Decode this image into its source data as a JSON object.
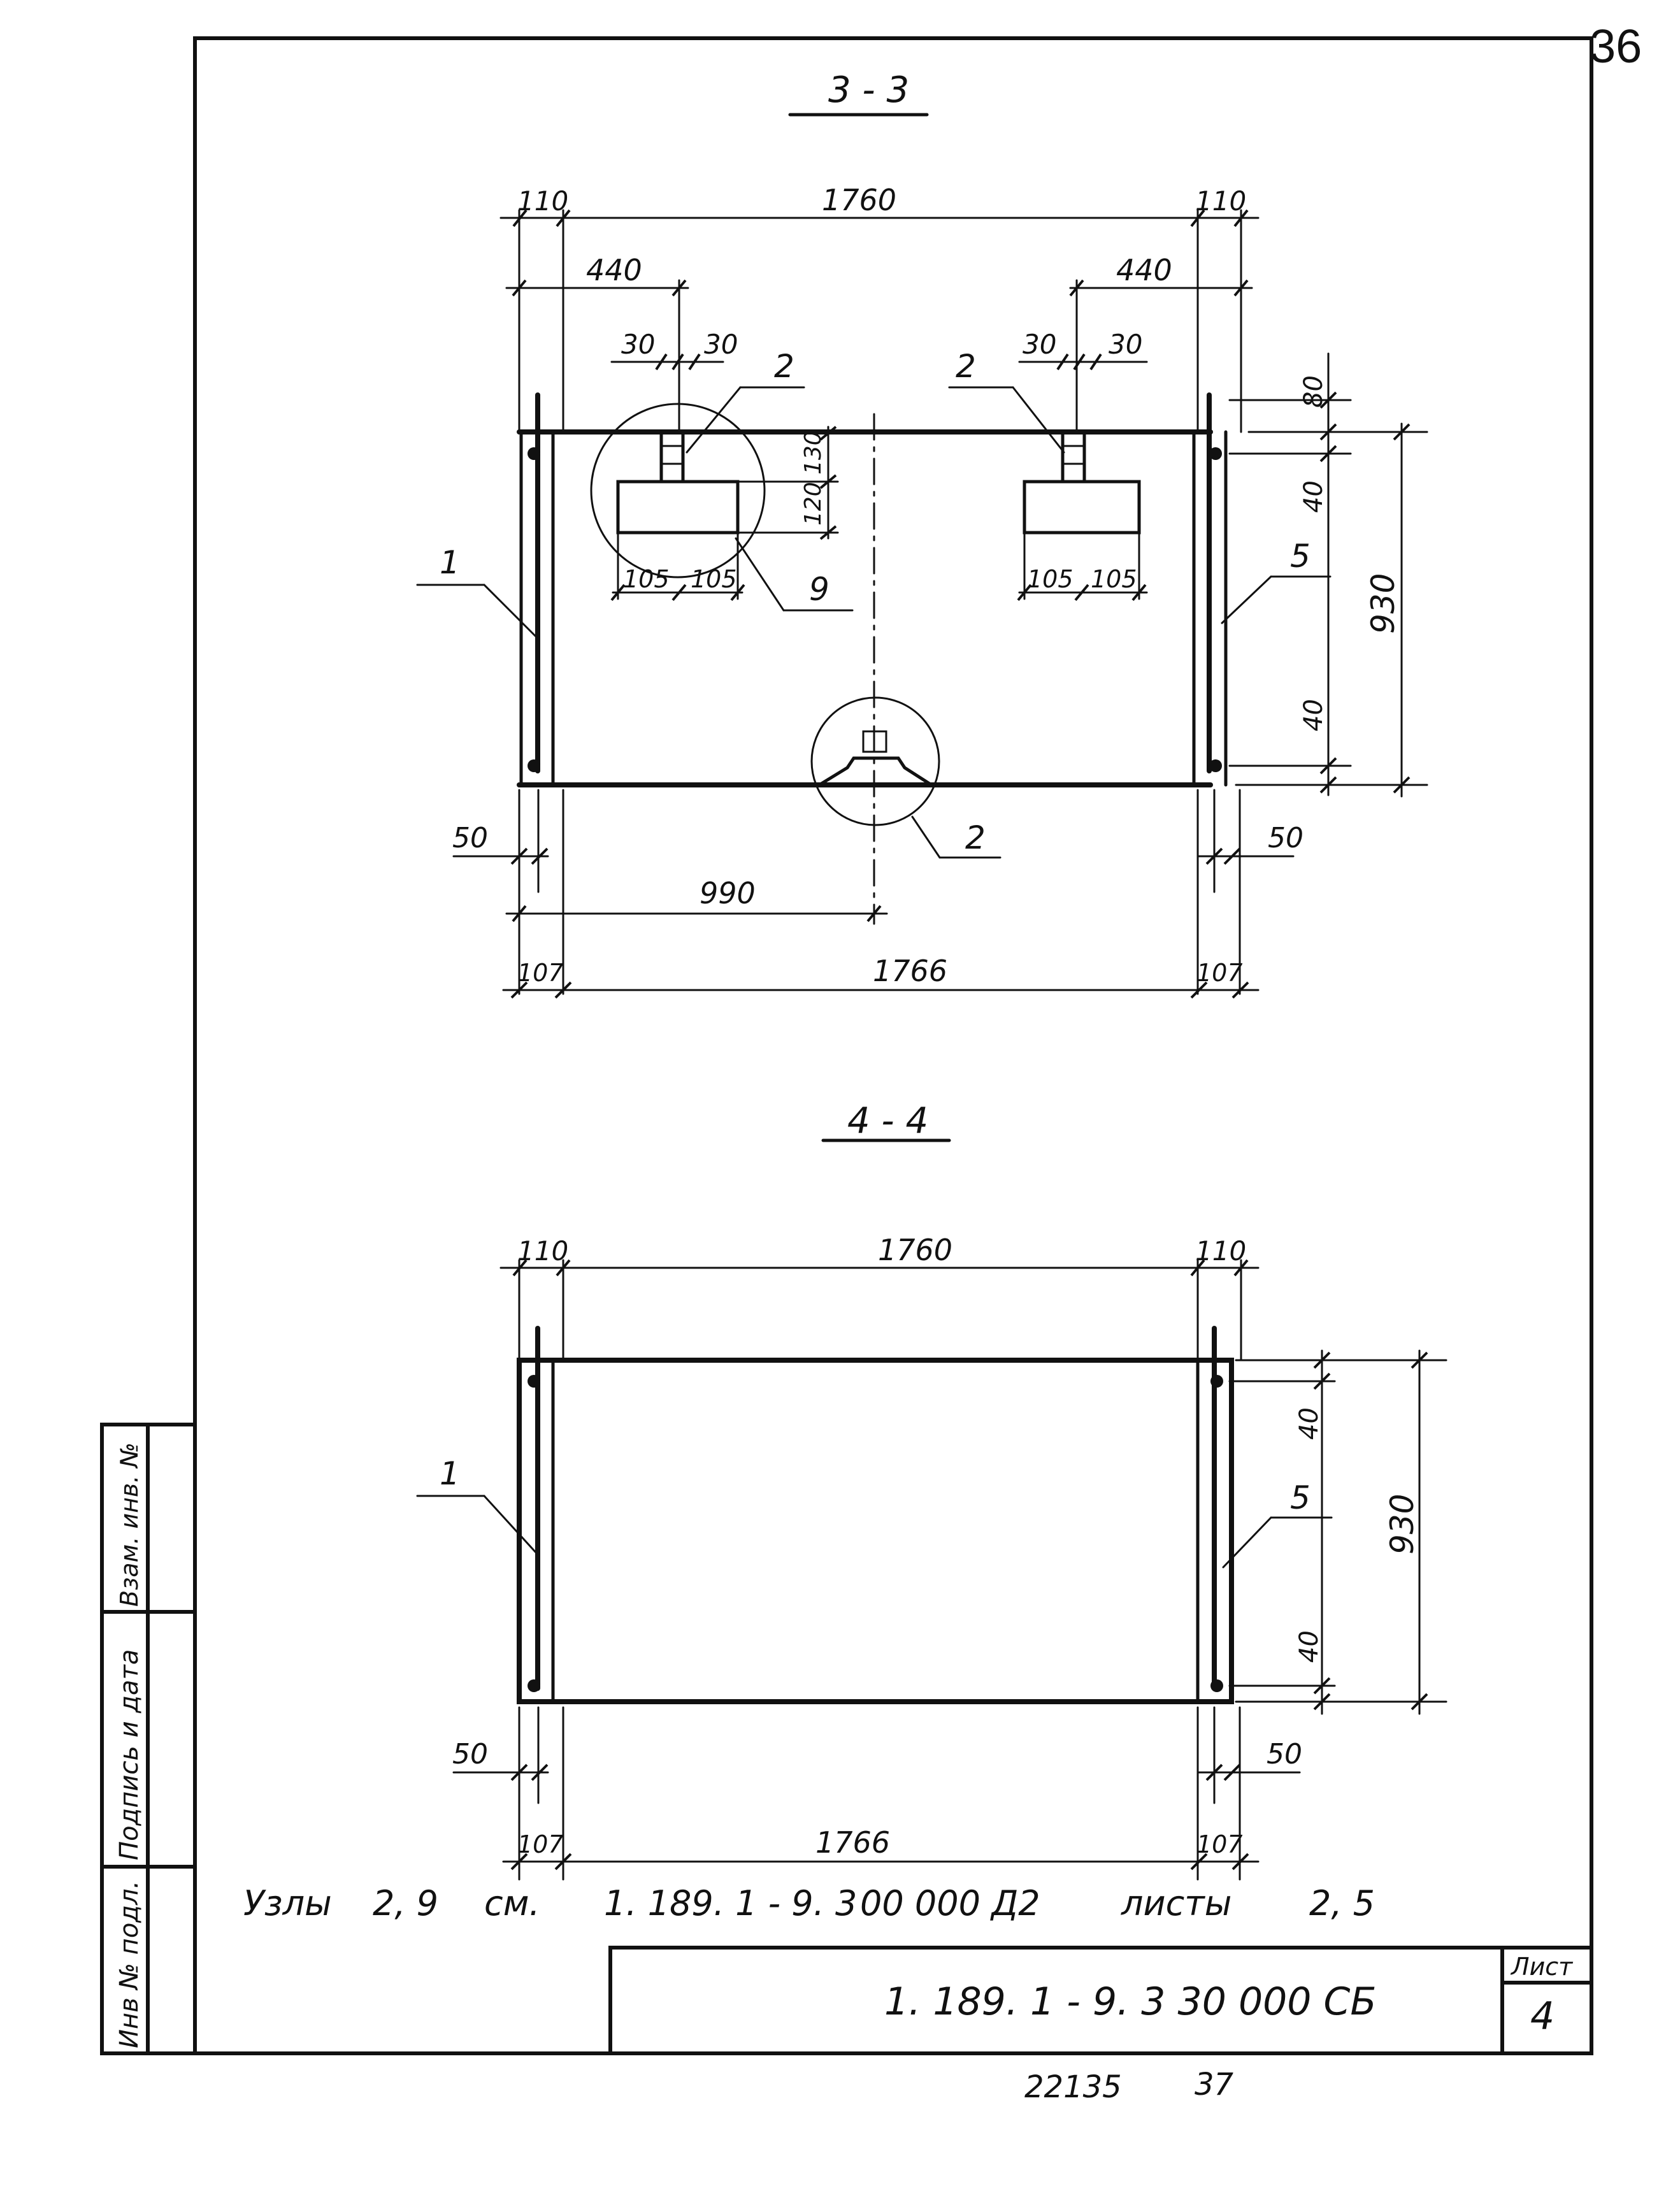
{
  "page_number": "36",
  "sections": {
    "s33": {
      "title": "3 - 3",
      "dims": {
        "top_left_110": "110",
        "top_1760": "1760",
        "top_right_110": "110",
        "left_440": "440",
        "right_440": "440",
        "l30a": "30",
        "l30b": "30",
        "r30a": "30",
        "r30b": "30",
        "d130": "130",
        "d120": "120",
        "d80": "80",
        "d40_top": "40",
        "d930": "930",
        "d40_bot": "40",
        "l105a": "105",
        "l105b": "105",
        "r105a": "105",
        "r105b": "105",
        "d50_left": "50",
        "d50_right": "50",
        "d990": "990",
        "bot_107_left": "107",
        "bot_1766": "1766",
        "bot_107_right": "107"
      },
      "callouts": {
        "c1": "1",
        "c2_left": "2",
        "c2_right": "2",
        "c2_bottom": "2",
        "c5": "5",
        "c9": "9"
      }
    },
    "s44": {
      "title": "4 - 4",
      "dims": {
        "top_left_110": "110",
        "top_1760": "1760",
        "top_right_110": "110",
        "d40_top": "40",
        "d930": "930",
        "d40_bot": "40",
        "d50_left": "50",
        "d50_right": "50",
        "bot_107_left": "107",
        "bot_1766": "1766",
        "bot_107_right": "107"
      },
      "callouts": {
        "c1": "1",
        "c5": "5"
      }
    }
  },
  "note": {
    "w1": "Узлы",
    "w2": "2, 9",
    "w3": "см.",
    "w4": "1. 189. 1 - 9. 3",
    "w5": "00 000 Д2",
    "w6": "листы",
    "w7": "2, 5"
  },
  "title_block": {
    "code": "1. 189. 1 - 9. 3   30 000 СБ",
    "sheet_label": "Лист",
    "sheet_number": "4"
  },
  "side_stamp": {
    "inv_podl": "Инв № подл.",
    "podpis_data": "Подпись и дата",
    "vzam_inv": "Взам. инв. №"
  },
  "footer": {
    "order": "22135",
    "copy": "37"
  }
}
